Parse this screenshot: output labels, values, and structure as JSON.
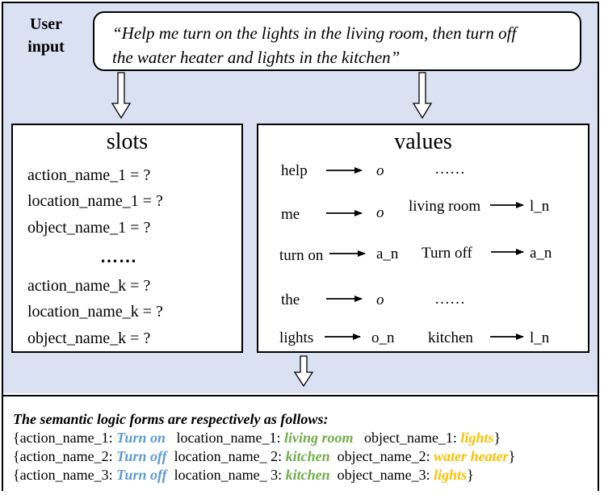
{
  "user_input": {
    "label_line1": "User",
    "label_line2": "input",
    "utterance_line1": "“Help me turn on the lights in the living room, then turn off",
    "utterance_line2": "the water heater and lights in the kitchen”"
  },
  "slots": {
    "title": "slots",
    "items": [
      "action_name_1  =  ?",
      "location_name_1  =  ?",
      "object_name_1  =  ?",
      "……",
      "action_name_k  =  ?",
      "location_name_k  =  ?",
      "object_name_k  =  ?"
    ]
  },
  "values": {
    "title": "values",
    "left_column": [
      {
        "token": "help",
        "tag": "o"
      },
      {
        "token": "me",
        "tag": "o"
      },
      {
        "token": "turn on",
        "tag": "a_n"
      },
      {
        "token": "the",
        "tag": "o"
      },
      {
        "token": "lights",
        "tag": "o_n"
      }
    ],
    "right_column": [
      {
        "token": "……"
      },
      {
        "token": "living room",
        "tag": "l_n"
      },
      {
        "token": "Turn off",
        "tag": "a_n"
      },
      {
        "token": "……"
      },
      {
        "token": "kitchen",
        "tag": "l_n"
      }
    ]
  },
  "logic_forms": {
    "title": "The semantic logic forms are respectively as follows:",
    "lines": [
      {
        "action_key": "{action_name_1: ",
        "action_value": "Turn on",
        "location_key": "location_name_1: ",
        "location_value": "living room",
        "object_key": "object_name_1: ",
        "object_value": "lights",
        "close": "}"
      },
      {
        "action_key": "{action_name_2: ",
        "action_value": "Turn off",
        "location_key": "location_name_ 2: ",
        "location_value": "kitchen",
        "object_key": "object_name_2: ",
        "object_value": "water heater",
        "close": "}"
      },
      {
        "action_key": "{action_name_3: ",
        "action_value": "Turn off",
        "location_key": "location_name_ 3: ",
        "location_value": "kitchen",
        "object_key": "object_name_3: ",
        "object_value": "lights",
        "close": "}"
      }
    ]
  },
  "colors": {
    "panel_background": "#d9e1f2",
    "action": "#5b9bd5",
    "location": "#70ad47",
    "object": "#ffc000"
  }
}
